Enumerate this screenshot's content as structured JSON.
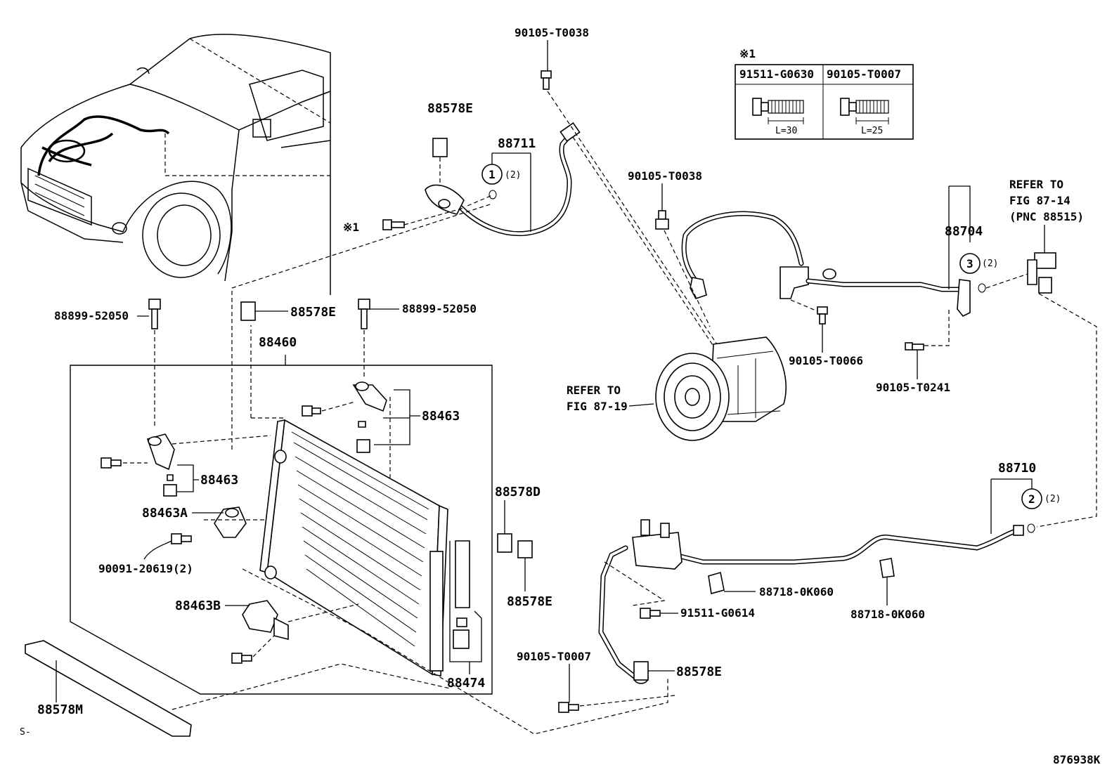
{
  "callouts": {
    "bolt_t0038_top": "90105-T0038",
    "bolt_t0038_mid": "90105-T0038",
    "pad_88578e_top": "88578E",
    "hose_88711": "88711",
    "oring_qty_1": "(2)",
    "oring_qty_2": "(2)",
    "oring_qty_3": "(2)",
    "mark_x1_bolt": "※1",
    "refer_fig_87_14_line1": "REFER TO",
    "refer_fig_87_14_line2": "FIG 87-14",
    "refer_fig_87_14_line3": "(PNC 88515)",
    "tube_88704": "88704",
    "bolt_52050_left": "88899-52050",
    "pad_88578e_mid": "88578E",
    "bolt_52050_right": "88899-52050",
    "condenser_88460": "88460",
    "bolt_t0066": "90105-T0066",
    "bolt_t0241": "90105-T0241",
    "refer_fig_87_19_line1": "REFER TO",
    "refer_fig_87_19_line2": "FIG 87-19",
    "bracket_88463_right": "88463",
    "bracket_88463_left": "88463",
    "bracket_88463a": "88463A",
    "bolt_20619": "90091-20619(2)",
    "bracket_88463b": "88463B",
    "pad_88578d": "88578D",
    "pad_88578e_right": "88578E",
    "tube_88710": "88710",
    "clamp_0k060_a": "88718-0K060",
    "clamp_0k060_b": "88718-0K060",
    "bolt_g0614": "91511-G0614",
    "bolt_t0007": "90105-T0007",
    "pad_88578e_bottom": "88578E",
    "drier_88474": "88474",
    "seal_88578m": "88578M",
    "circle_1": "1",
    "circle_2": "2",
    "circle_3": "3"
  },
  "legend_table": {
    "mark": "※1",
    "col1_part": "91511-G0630",
    "col2_part": "90105-T0007",
    "col1_length": "L=30",
    "col2_length": "L=25"
  },
  "footer": {
    "left_mark": "S-",
    "figure_id": "876938K"
  }
}
